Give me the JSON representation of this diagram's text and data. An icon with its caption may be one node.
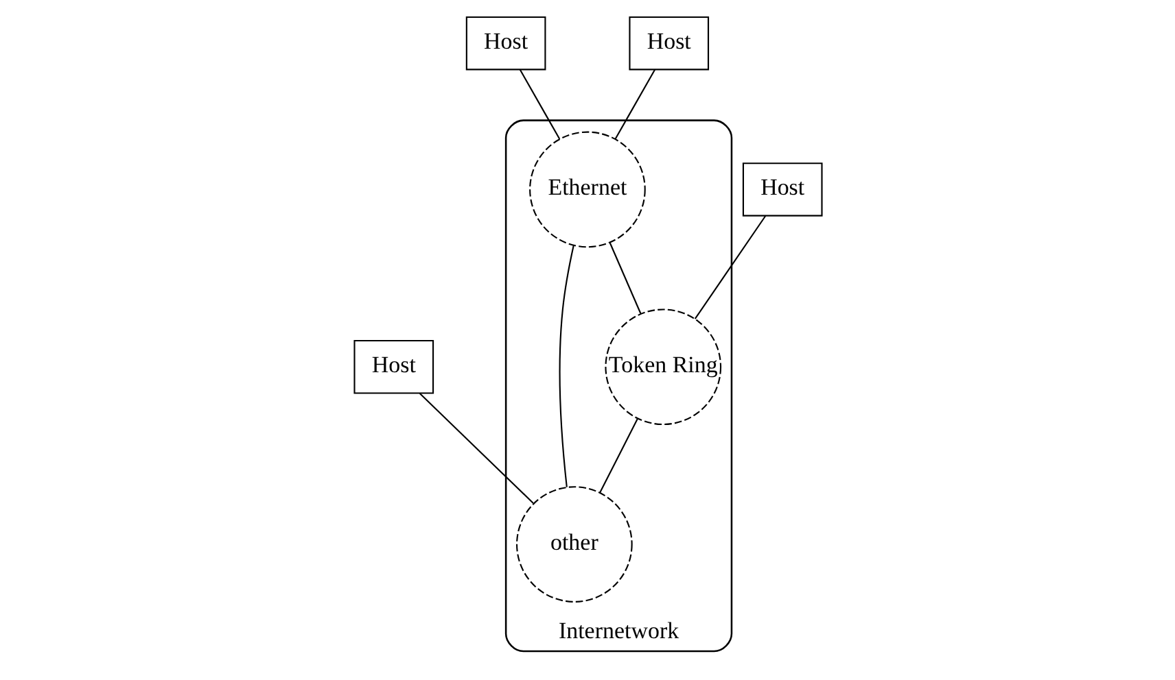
{
  "diagram": {
    "nodes": [
      {
        "text": [
          "Internetwork"
        ]
      },
      {
        "text": [
          "Host"
        ]
      },
      {
        "text": [
          "Ethernet"
        ],
        "in": 0
      },
      {
        "text": [
          "Host"
        ]
      },
      {
        "text": [
          "Token Ring"
        ],
        "in": 0
      },
      {
        "text": [
          "other"
        ],
        "in": 0
      },
      {
        "text": [
          "Host"
        ]
      },
      {
        "text": [
          "Host"
        ]
      }
    ],
    "edges": [
      {
        "from": 1,
        "to": 2,
        "arrow": "none"
      },
      {
        "from": 3,
        "to": 2,
        "arrow": "none"
      },
      {
        "from": 2,
        "to": 4,
        "arrow": "none"
      },
      {
        "from": 2,
        "to": 5,
        "arrow": "none"
      },
      {
        "from": 4,
        "to": 5,
        "arrow": "none"
      },
      {
        "from": 6,
        "to": 5,
        "arrow": "none"
      },
      {
        "from": 7,
        "to": 4,
        "arrow": "none"
      }
    ]
  }
}
